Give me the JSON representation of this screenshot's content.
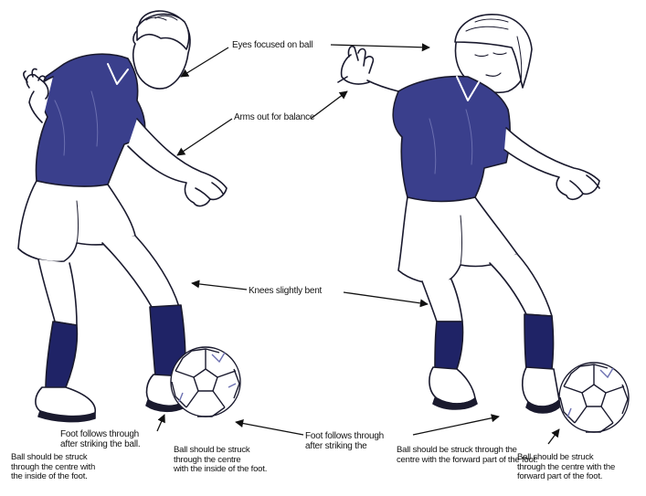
{
  "labels": {
    "eyes": "Eyes focused on ball",
    "arms": "Arms out for balance",
    "knees": "Knees slightly bent",
    "follow_left": "Foot follows through\nafter striking the ball.",
    "follow_center": "Foot follows through\nafter striking the",
    "ball_inside_left": "Ball should be struck\nthrough the centre with\nthe inside of the foot.",
    "ball_inside_mid": "Ball should be struck\nthrough the centre\nwith the inside of the foot.",
    "ball_forward_center": "Ball should be struck through the\ncentre with the forward part of the foot.",
    "ball_forward_right": "Ball should be struck\nthrough the centre with the\nforward part of the foot."
  },
  "colors": {
    "shirt": "#3a3f8c",
    "socks": "#1f2366",
    "outline": "#1a1a2e",
    "shading": "#6b6fb0"
  }
}
